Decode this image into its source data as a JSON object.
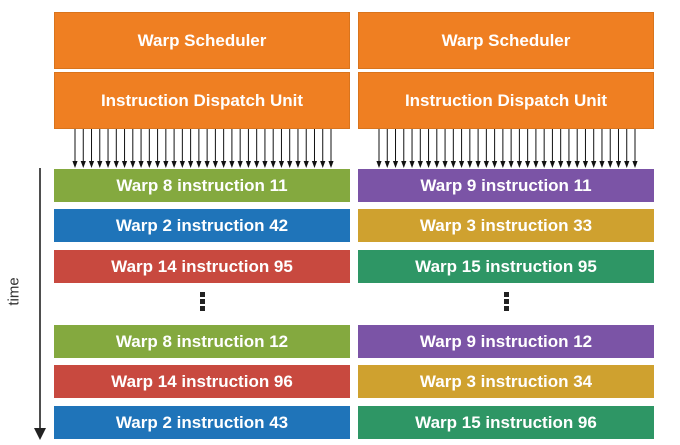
{
  "time_label": "time",
  "colors": {
    "orange": "#ef7f22",
    "green": "#84a93f",
    "blue": "#1f74b9",
    "red": "#c8493f",
    "purple": "#7b54a6",
    "gold": "#cfa12f",
    "teal": "#2e9665"
  },
  "columns": [
    {
      "scheduler": "Warp Scheduler",
      "dispatch": "Instruction Dispatch Unit",
      "instructions": [
        {
          "label": "Warp 8 instruction 11",
          "color": "#84a93f"
        },
        {
          "label": "Warp 2 instruction 42",
          "color": "#1f74b9"
        },
        {
          "label": "Warp 14 instruction 95",
          "color": "#c8493f"
        },
        {
          "label": "Warp 8 instruction 12",
          "color": "#84a93f"
        },
        {
          "label": "Warp 14 instruction 96",
          "color": "#c8493f"
        },
        {
          "label": "Warp 2 instruction 43",
          "color": "#1f74b9"
        }
      ]
    },
    {
      "scheduler": "Warp Scheduler",
      "dispatch": "Instruction Dispatch Unit",
      "instructions": [
        {
          "label": "Warp 9 instruction 11",
          "color": "#7b54a6"
        },
        {
          "label": "Warp 3 instruction 33",
          "color": "#cfa12f"
        },
        {
          "label": "Warp 15 instruction 95",
          "color": "#2e9665"
        },
        {
          "label": "Warp 9 instruction 12",
          "color": "#7b54a6"
        },
        {
          "label": "Warp 3 instruction 34",
          "color": "#cfa12f"
        },
        {
          "label": "Warp 15 instruction 96",
          "color": "#2e9665"
        }
      ]
    }
  ]
}
